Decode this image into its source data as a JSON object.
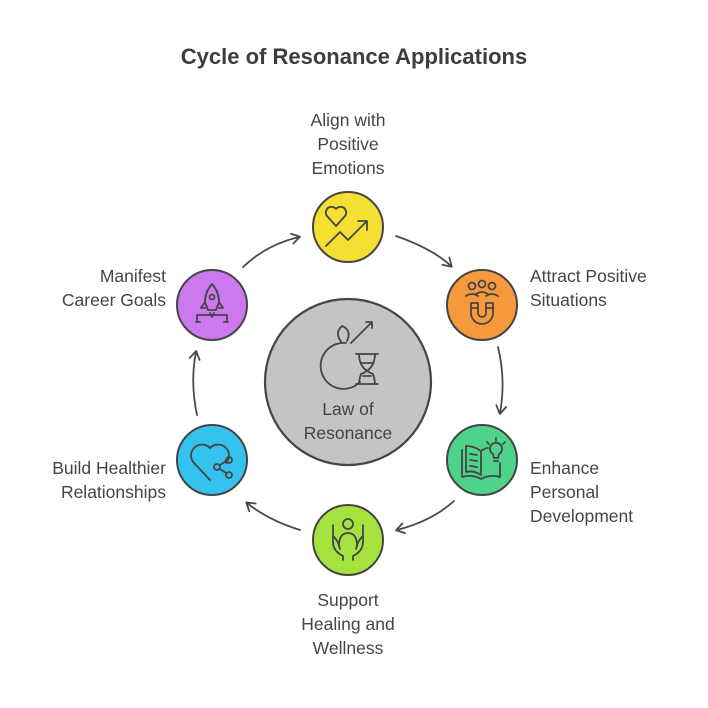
{
  "title": "Cycle of Resonance Applications",
  "center": {
    "lines": [
      "Law of",
      "Resonance"
    ],
    "icon": "apple-dna-hourglass-icon",
    "color": "#c4c4c4"
  },
  "nodes": [
    {
      "id": "align",
      "lines": [
        "Align with",
        "Positive",
        "Emotions"
      ],
      "icon": "heart-trend-icon",
      "color": "#f4e033"
    },
    {
      "id": "attract",
      "lines": [
        "Attract Positive",
        "Situations"
      ],
      "icon": "magnet-people-icon",
      "color": "#f79a3e"
    },
    {
      "id": "enhance",
      "lines": [
        "Enhance",
        "Personal",
        "Development"
      ],
      "icon": "book-lightbulb-icon",
      "color": "#4fd38b"
    },
    {
      "id": "support",
      "lines": [
        "Support",
        "Healing and",
        "Wellness"
      ],
      "icon": "hands-person-icon",
      "color": "#a6e23d"
    },
    {
      "id": "build",
      "lines": [
        "Build Healthier",
        "Relationships"
      ],
      "icon": "heart-share-icon",
      "color": "#33c3ee"
    },
    {
      "id": "manifest",
      "lines": [
        "Manifest",
        "Career Goals"
      ],
      "icon": "rocket-icon",
      "color": "#cc78ee"
    }
  ]
}
